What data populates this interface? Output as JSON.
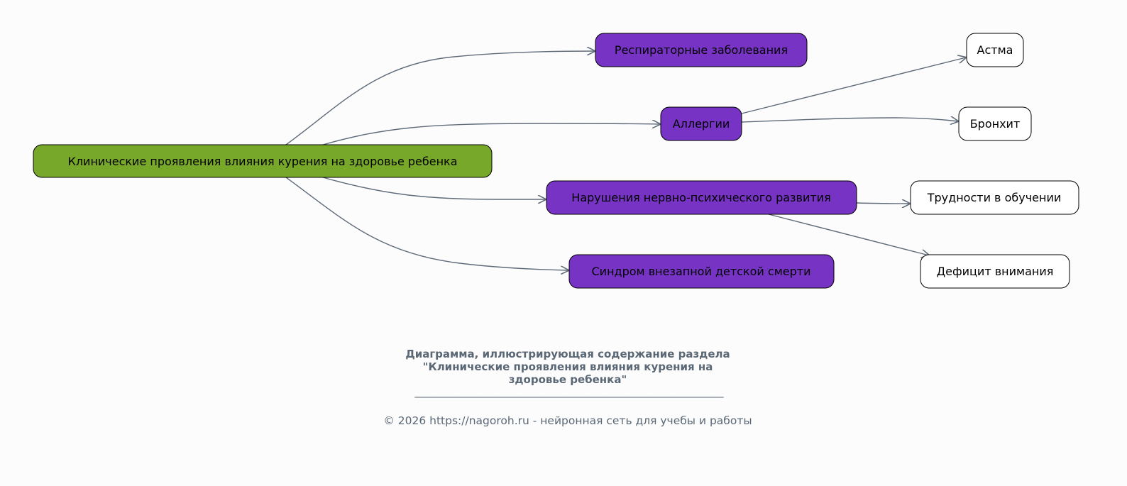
{
  "diagram": {
    "root": {
      "label": "Клинические проявления влияния курения на здоровье ребенка",
      "color": "#77a82a"
    },
    "branches": [
      {
        "label": "Респираторные заболевания",
        "color": "#7734c4"
      },
      {
        "label": "Аллергии",
        "color": "#7734c4"
      },
      {
        "label": "Нарушения нервно-психического развития",
        "color": "#7734c4"
      },
      {
        "label": "Синдром внезапной детской смерти",
        "color": "#7734c4"
      }
    ],
    "leaves": [
      {
        "label": "Астма",
        "parent": "Аллергии"
      },
      {
        "label": "Бронхит",
        "parent": "Аллергии"
      },
      {
        "label": "Трудности в обучении",
        "parent": "Нарушения нервно-психического развития"
      },
      {
        "label": "Дефицит внимания",
        "parent": "Нарушения нервно-психического развития"
      }
    ],
    "edge_color": "#5f6b78"
  },
  "caption": {
    "title_lines": [
      "Диаграмма, иллюстрирующая содержание раздела",
      "\"Клинические проявления влияния курения на",
      "здоровье ребенка\""
    ],
    "rule": "________________________________________",
    "copyright": "© 2026 https://nagoroh.ru - нейронная сеть для учебы и работы"
  }
}
